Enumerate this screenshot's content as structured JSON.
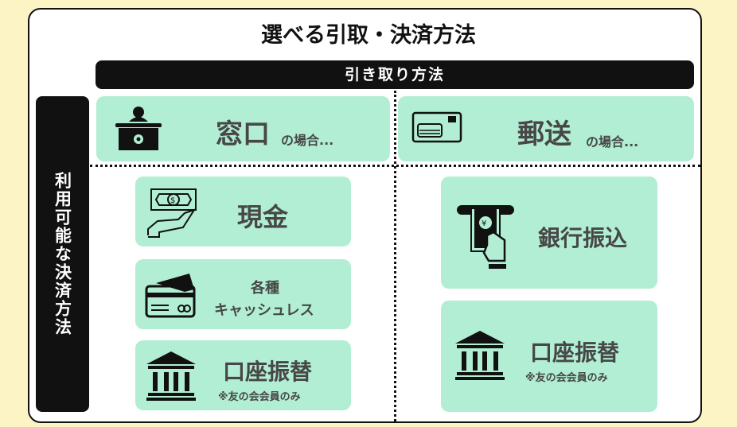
{
  "title": "選べる引取・決済方法",
  "header": "引き取り方法",
  "side": "利用可能な決済方法",
  "window": {
    "main": "窓口",
    "sub": "の場合..."
  },
  "mail": {
    "main": "郵送",
    "sub": "の場合..."
  },
  "window_methods": [
    {
      "label": "現金"
    },
    {
      "line1": "各種",
      "line2": "キャッシュレス"
    },
    {
      "label": "口座振替",
      "note": "※友の会会員のみ"
    }
  ],
  "mail_methods": [
    {
      "label": "銀行振込"
    },
    {
      "label": "口座振替",
      "note": "※友の会会員のみ"
    }
  ],
  "colors": {
    "card": "#b1eed3",
    "background": "#fdf4c6",
    "dark": "#111111",
    "text": "#474747"
  }
}
